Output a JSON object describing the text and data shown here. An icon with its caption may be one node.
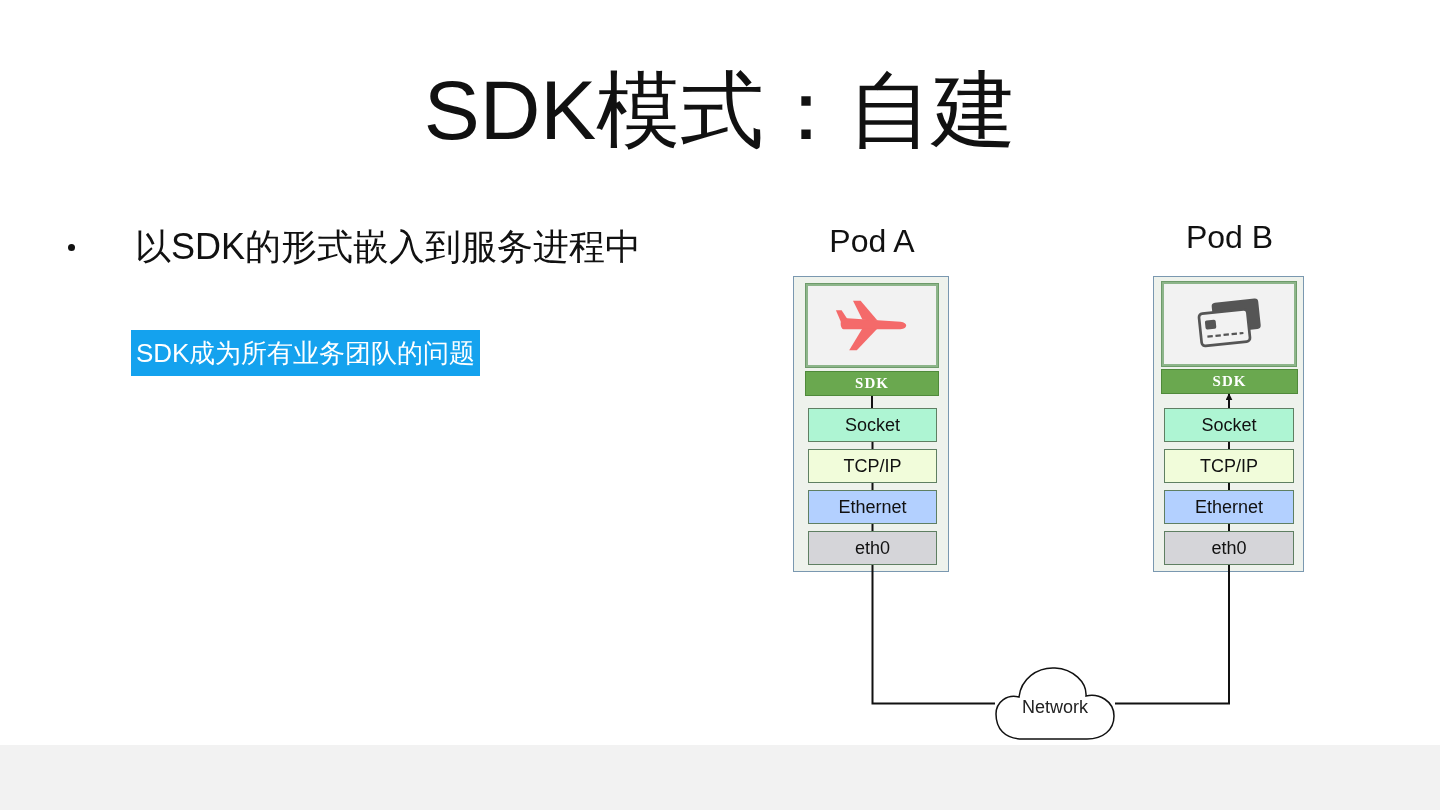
{
  "diagram": {
    "title": "SDK模式：自建",
    "nodes": [
      {
        "text": [
          "Pod A"
        ]
      },
      {
        "text": [],
        "shape": "picture",
        "in": 0
      },
      {
        "text": [
          "SDK"
        ],
        "in": 0
      },
      {
        "text": [
          "Socket"
        ],
        "in": 0
      },
      {
        "text": [
          "TCP/IP"
        ],
        "in": 0
      },
      {
        "text": [
          "Ethernet"
        ],
        "in": 0
      },
      {
        "text": [
          "eth0"
        ],
        "in": 0
      },
      {
        "text": [
          "Pod B"
        ]
      },
      {
        "text": [],
        "shape": "picture",
        "in": 7
      },
      {
        "text": [
          "SDK"
        ],
        "in": 7
      },
      {
        "text": [
          "Socket"
        ],
        "in": 7
      },
      {
        "text": [
          "TCP/IP"
        ],
        "in": 7
      },
      {
        "text": [
          "Ethernet"
        ],
        "in": 7
      },
      {
        "text": [
          "eth0"
        ],
        "in": 7
      },
      {
        "text": [
          "Network"
        ]
      }
    ],
    "edges": [
      {
        "from": 2,
        "to": 3,
        "arrow": "none"
      },
      {
        "from": 3,
        "to": 4,
        "arrow": "none"
      },
      {
        "from": 4,
        "to": 5,
        "arrow": "none"
      },
      {
        "from": 5,
        "to": 6,
        "arrow": "none"
      },
      {
        "from": 6,
        "to": 14,
        "arrow": "none"
      },
      {
        "from": 14,
        "to": 13,
        "arrow": "none"
      },
      {
        "from": 13,
        "to": 12,
        "arrow": "none"
      },
      {
        "from": 12,
        "to": 11,
        "arrow": "none"
      },
      {
        "from": 11,
        "to": 10,
        "arrow": "none"
      },
      {
        "from": 10,
        "to": 9,
        "arrow": "to"
      }
    ],
    "labels": [
      "以SDK的形式嵌入到服务进程中",
      "SDK成为所有业务团队的问题"
    ]
  }
}
